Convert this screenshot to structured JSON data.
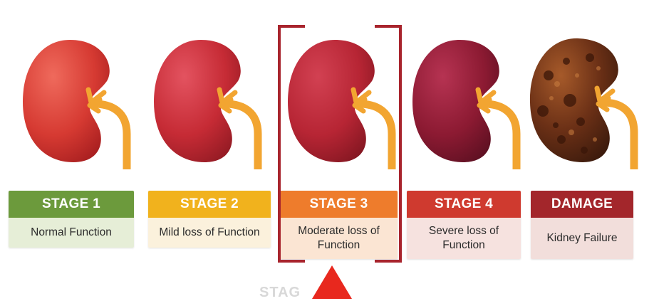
{
  "stages": [
    {
      "title": "STAGE 1",
      "description": "Normal Function",
      "header_color": "#6c9a3c",
      "body_color": "#e6eed7",
      "kidney_color": "#d63a32"
    },
    {
      "title": "STAGE 2",
      "description": "Mild loss of Function",
      "header_color": "#f1b21d",
      "body_color": "#fbf1dc",
      "kidney_color": "#c62b35"
    },
    {
      "title": "STAGE 3",
      "description": "Moderate loss of Function",
      "header_color": "#ee7c2c",
      "body_color": "#fbe5d3",
      "kidney_color": "#b72534"
    },
    {
      "title": "STAGE 4",
      "description": "Severe loss of Function",
      "header_color": "#cf3a2f",
      "body_color": "#f6e2df",
      "kidney_color": "#8c1a32"
    },
    {
      "title": "DAMAGE",
      "description": "Kidney Failure",
      "header_color": "#a3262b",
      "body_color": "#f2dedb",
      "kidney_color": "#6b3016"
    }
  ],
  "ureter_color": "#f2a531",
  "highlight_color": "#a8242d",
  "arrow_color": "#e8281e",
  "partial_label": "STAG"
}
